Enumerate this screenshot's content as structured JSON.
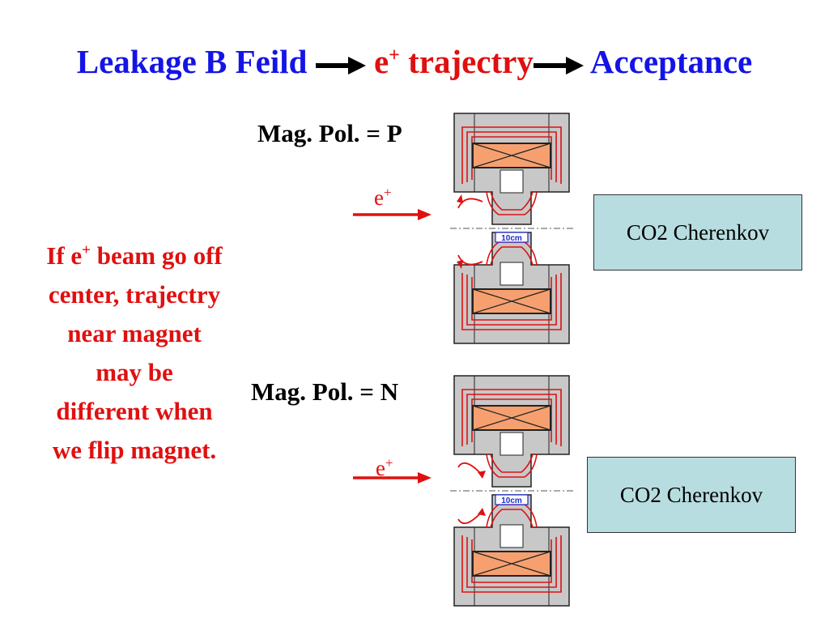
{
  "title": {
    "part1": "Leakage B Feild",
    "part2_base": "e",
    "part2_sup": "+",
    "part2_rest": " trajectry",
    "part3": "Acceptance"
  },
  "side_note": {
    "line1_pre": "If e",
    "line1_sup": "+",
    "line1_post": " beam go off",
    "line2": "center, trajectry",
    "line3": "near magnet",
    "line4": "may be",
    "line5": "different when",
    "line6": "we flip magnet."
  },
  "panels": [
    {
      "polarity_label": "Mag. Pol. = P",
      "beam_label_base": "e",
      "beam_label_sup": "+",
      "scale_label": "10cm",
      "detector_label": "CO2 Cherenkov"
    },
    {
      "polarity_label": "Mag. Pol. = N",
      "beam_label_base": "e",
      "beam_label_sup": "+",
      "scale_label": "10cm",
      "detector_label": "CO2 Cherenkov"
    }
  ],
  "colors": {
    "title_blue": "#1414e6",
    "accent_red": "#e01010",
    "yoke_gray": "#c8c8c8",
    "coil_orange": "#f6a070",
    "detector_fill": "#b8dde0"
  }
}
